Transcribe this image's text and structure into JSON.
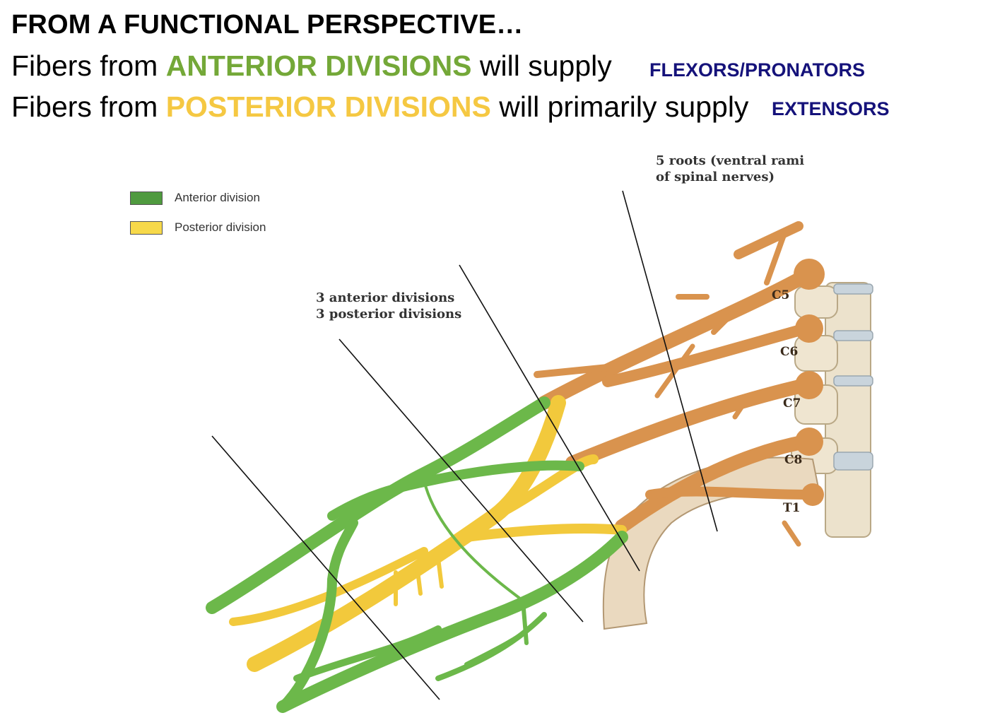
{
  "heading": "FROM A FUNCTIONAL PERSPECTIVE…",
  "line1": {
    "prefix": "Fibers from ",
    "highlight": "ANTERIOR DIVISIONS",
    "suffix": " will supply",
    "answer": "FLEXORS/PRONATORS"
  },
  "line2": {
    "prefix": "Fibers from ",
    "highlight": "POSTERIOR DIVISIONS",
    "suffix": " will primarily supply",
    "answer": "EXTENSORS"
  },
  "legend": [
    {
      "label": "Anterior division",
      "color": "#4f9a3f"
    },
    {
      "label": "Posterior division",
      "color": "#f7d94a"
    }
  ],
  "callouts": {
    "roots_line1": "5 roots (ventral rami",
    "roots_line2": "of spinal nerves)",
    "divisions_line1": "3 anterior divisions",
    "divisions_line2": "3 posterior divisions"
  },
  "root_labels": [
    "C5",
    "C6",
    "C7",
    "C8",
    "T1"
  ],
  "colors": {
    "anterior": "#6cb84a",
    "posterior": "#f2c93c",
    "root": "#d9934e",
    "bone": "#ece2cc",
    "answer_text": "#15127a"
  }
}
